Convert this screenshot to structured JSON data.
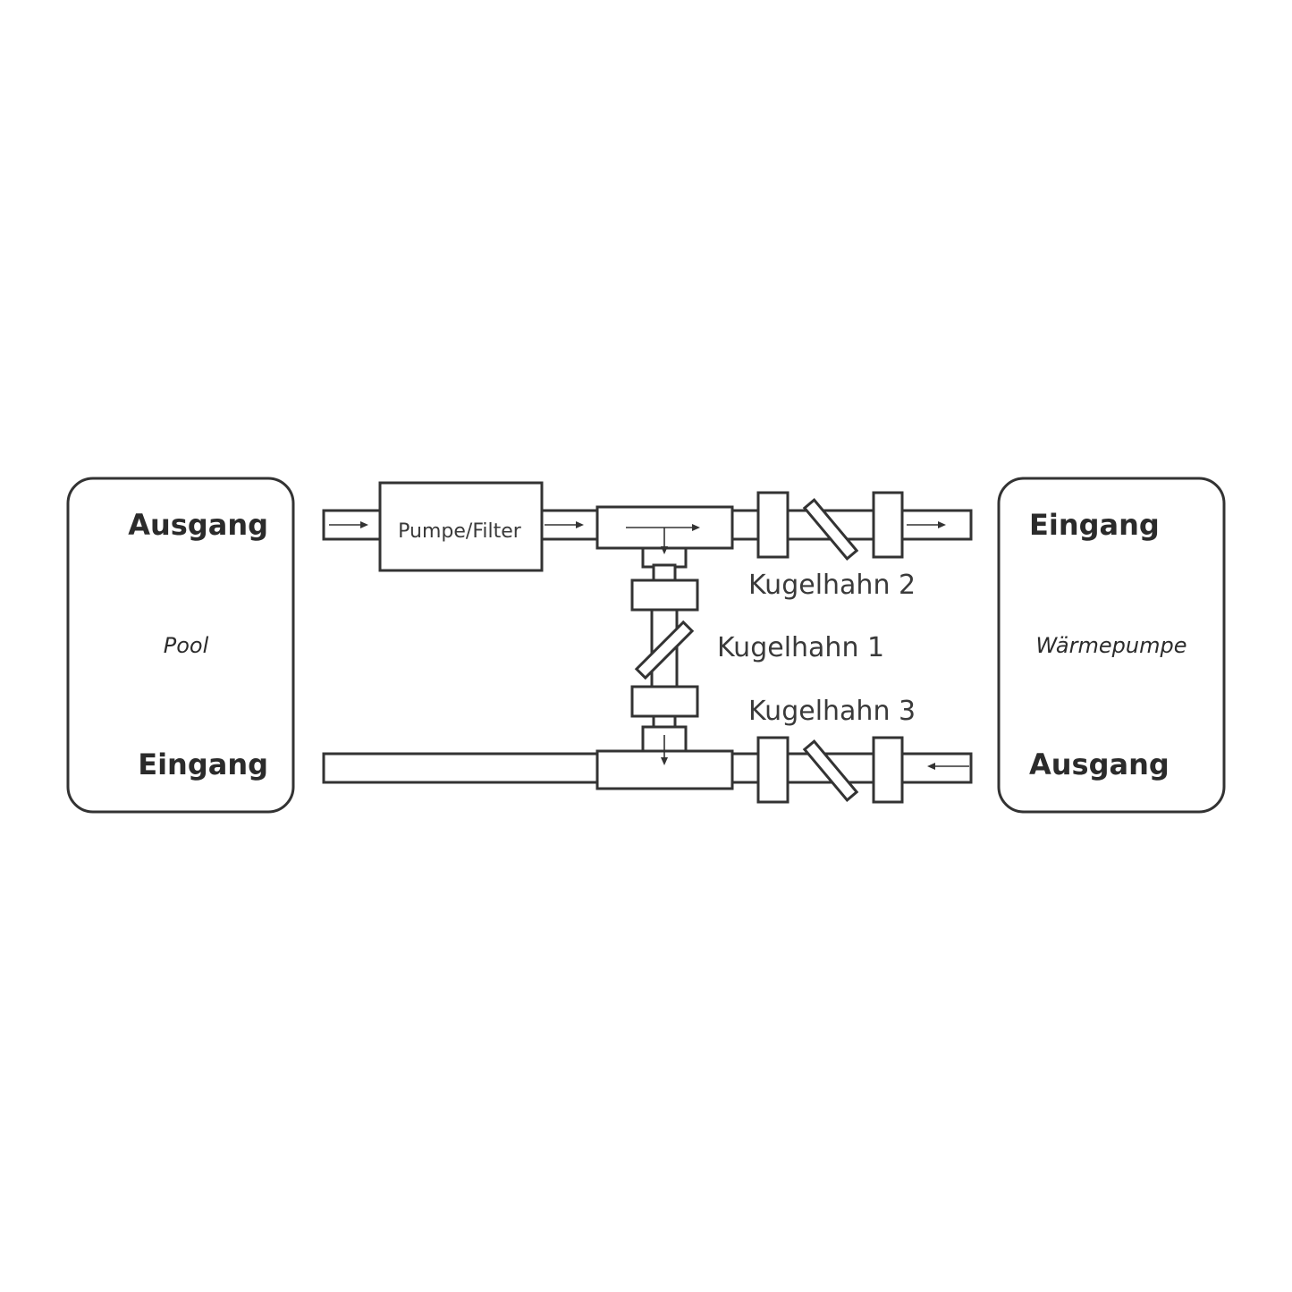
{
  "pool": {
    "name": "Pool",
    "outlet_label": "Ausgang",
    "inlet_label": "Eingang"
  },
  "heat_pump": {
    "name": "Wärmepumpe",
    "inlet_label": "Eingang",
    "outlet_label": "Ausgang"
  },
  "pump_filter": {
    "label": "Pumpe/Filter"
  },
  "valves": {
    "valve_1": "Kugelhahn 1",
    "valve_2": "Kugelhahn 2",
    "valve_3": "Kugelhahn 3"
  },
  "colors": {
    "stroke": "#333333",
    "background": "#ffffff"
  }
}
